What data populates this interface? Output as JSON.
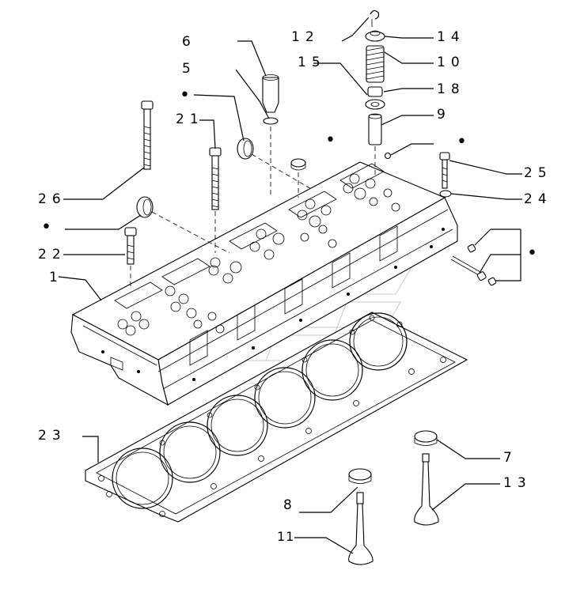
{
  "labels": {
    "l1": "1",
    "l5": "5",
    "l6": "6",
    "l7": "7",
    "l8": "8",
    "l9": "9",
    "l10": "10",
    "l11": "11",
    "l12": "12",
    "l13": "13",
    "l14": "14",
    "l15": "15",
    "l18": "18",
    "l21": "21",
    "l22": "22",
    "l23": "23",
    "l24": "24",
    "l25": "25",
    "l26": "26"
  },
  "markers": [
    "•",
    "•",
    "•",
    "•",
    "•",
    "•"
  ]
}
